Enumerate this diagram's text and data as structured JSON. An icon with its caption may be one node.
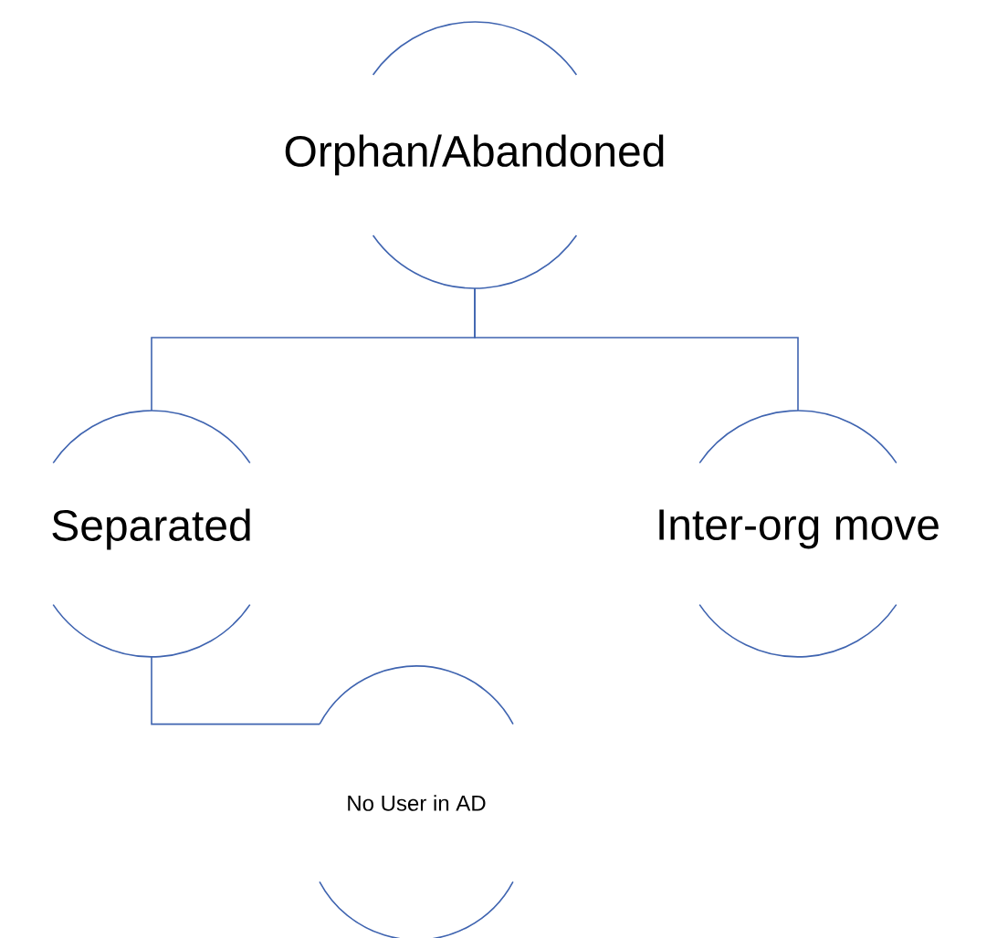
{
  "diagram": {
    "nodes": [
      {
        "text": [
          "Orphan/Abandoned"
        ]
      },
      {
        "text": [
          "Separated"
        ]
      },
      {
        "text": [
          "Inter-org move"
        ]
      },
      {
        "text": [
          "No User in AD"
        ]
      }
    ],
    "edges": [
      {
        "from": 0,
        "to": 1,
        "arrow": "none"
      },
      {
        "from": 0,
        "to": 2,
        "arrow": "none"
      },
      {
        "from": 1,
        "to": 3,
        "arrow": "none"
      }
    ]
  }
}
